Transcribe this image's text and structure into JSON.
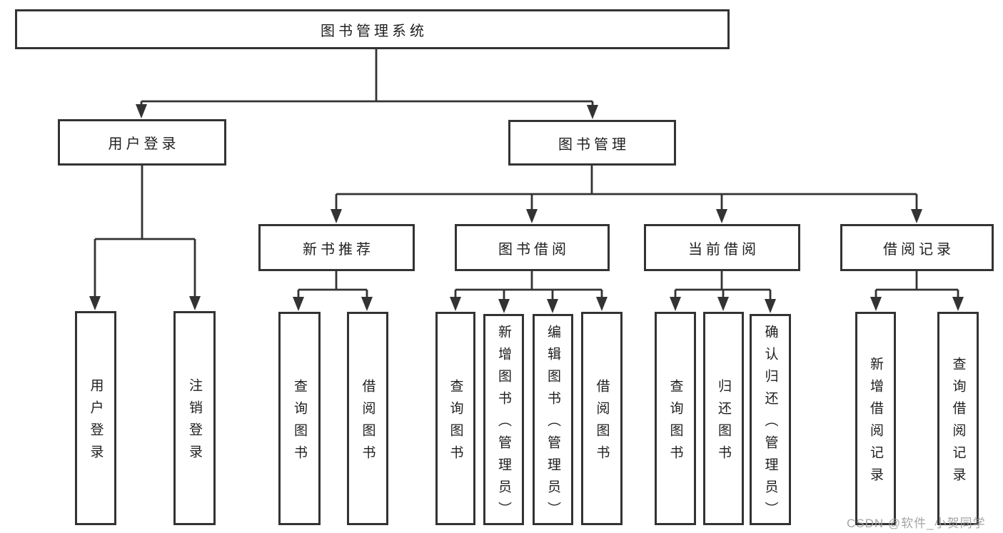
{
  "tree": {
    "root": {
      "label": "图书管理系统",
      "children": [
        {
          "label": "用户登录",
          "children": [
            {
              "label": "用户登录"
            },
            {
              "label": "注销登录"
            }
          ]
        },
        {
          "label": "图书管理",
          "children": [
            {
              "label": "新书推荐",
              "children": [
                {
                  "label": "查询图书"
                },
                {
                  "label": "借阅图书"
                }
              ]
            },
            {
              "label": "图书借阅",
              "children": [
                {
                  "label": "查询图书"
                },
                {
                  "label": "新增图书（管理员）"
                },
                {
                  "label": "编辑图书（管理员）"
                },
                {
                  "label": "借阅图书"
                }
              ]
            },
            {
              "label": "当前借阅",
              "children": [
                {
                  "label": "查询图书"
                },
                {
                  "label": "归还图书"
                },
                {
                  "label": "确认归还（管理员）"
                }
              ]
            },
            {
              "label": "借阅记录",
              "children": [
                {
                  "label": "新增借阅记录"
                },
                {
                  "label": "查询借阅记录"
                }
              ]
            }
          ]
        }
      ]
    }
  },
  "watermark": "CSDN @软件_小贺同学",
  "colors": {
    "line": "#333333",
    "text": "#1f1f1f",
    "watermark_text": "#9e9e9e",
    "background": "#ffffff"
  }
}
